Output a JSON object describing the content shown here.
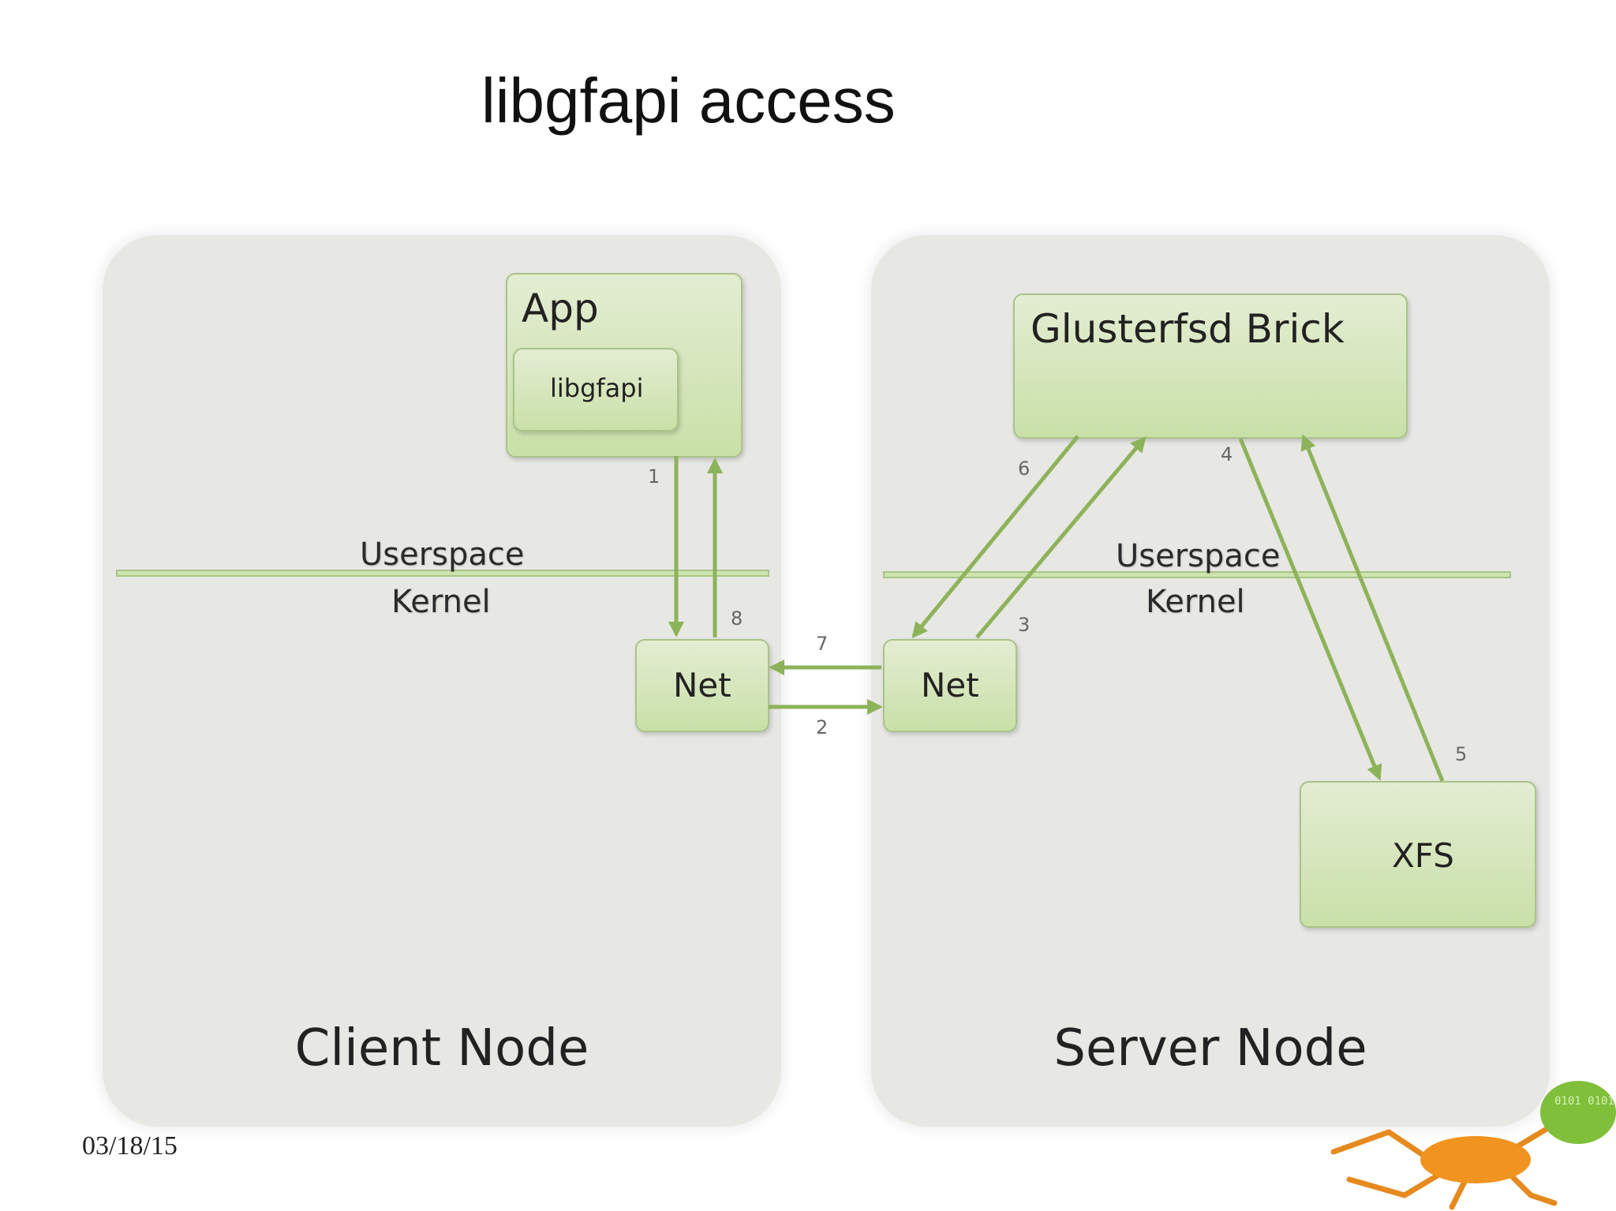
{
  "title": "libgfapi access",
  "footer": {
    "date": "03/18/15"
  },
  "client": {
    "label": "Client Node",
    "app": "App",
    "lib": "libgfapi",
    "userspace": "Userspace",
    "kernel": "Kernel",
    "net": "Net"
  },
  "server": {
    "label": "Server Node",
    "brick": "Glusterfsd Brick",
    "userspace": "Userspace",
    "kernel": "Kernel",
    "net": "Net",
    "fs": "XFS"
  },
  "steps": [
    "1",
    "2",
    "3",
    "4",
    "5",
    "6",
    "7",
    "8"
  ],
  "colors": {
    "arrow": "#8db35a",
    "box": "#d5e7bb",
    "panel": "#e7e7e4"
  },
  "logo": {
    "icon": "gluster-ant-logo",
    "text": "0101 0101"
  }
}
